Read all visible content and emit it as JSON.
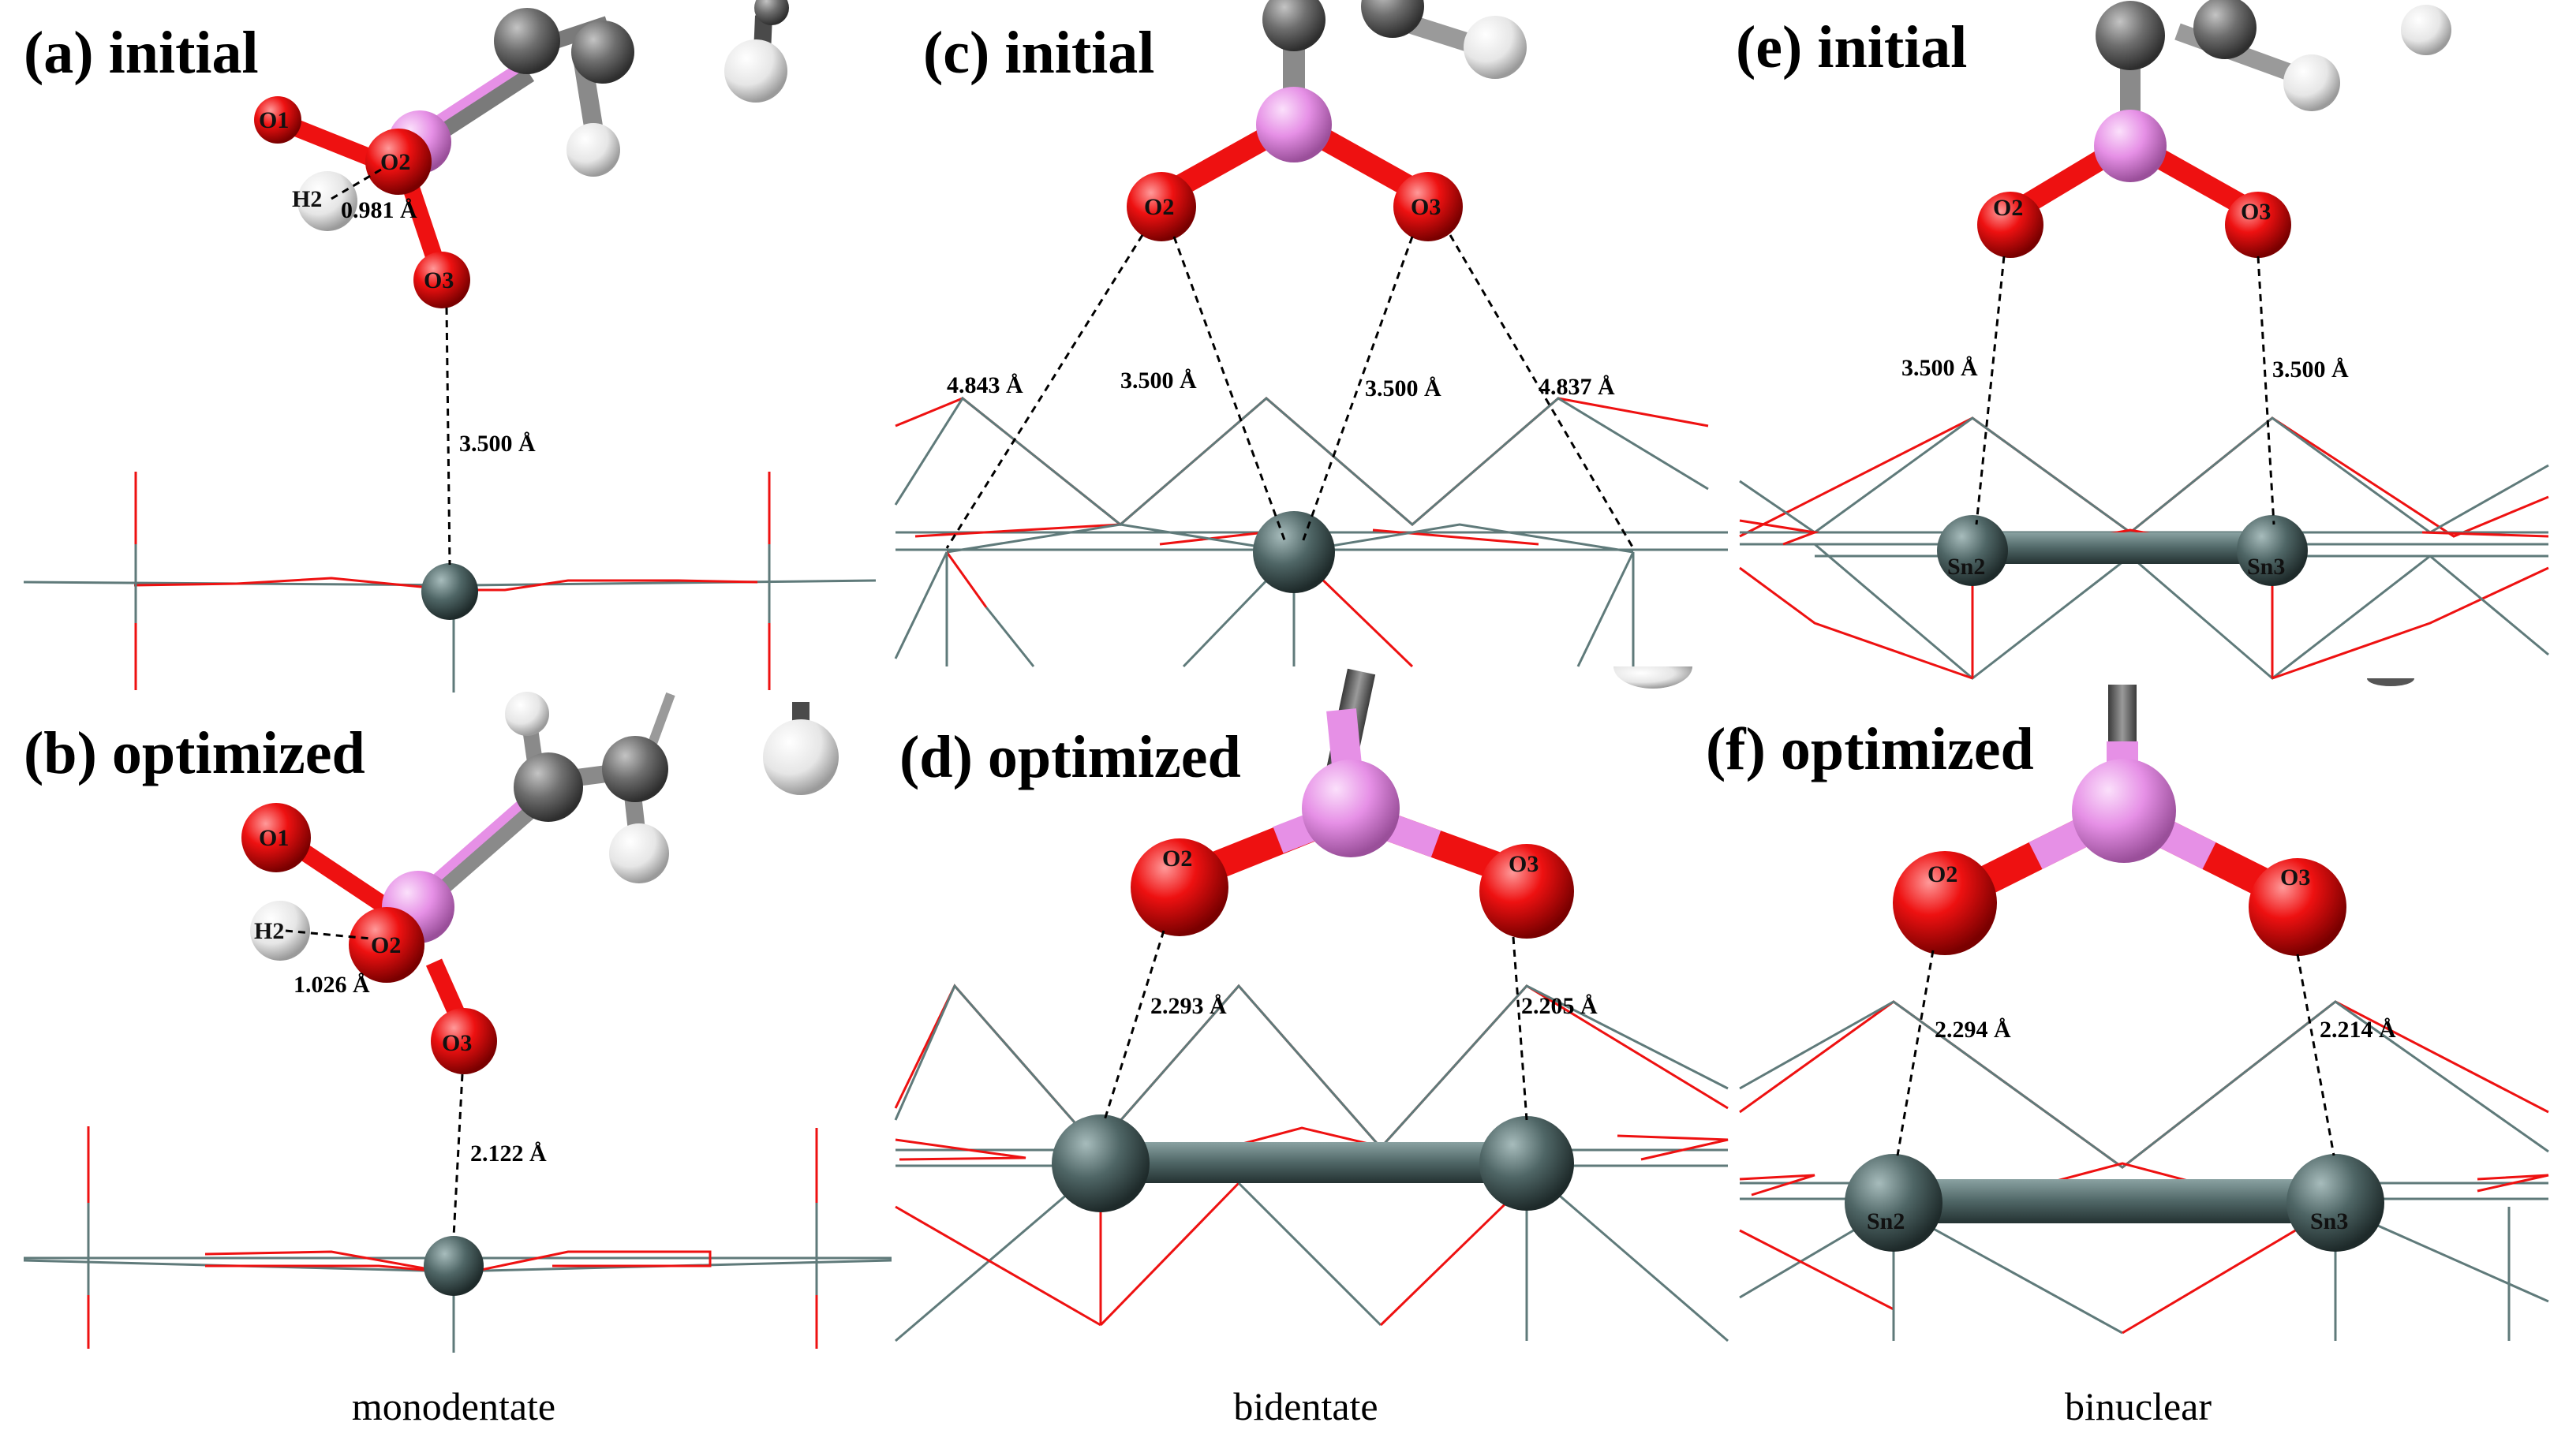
{
  "panels": {
    "a": {
      "title": "(a) initial",
      "atoms": {
        "o1": "O1",
        "o2": "O2",
        "o3": "O3",
        "h2": "H2"
      },
      "dist_oh": "0.981 Å",
      "dist_sn": "3.500 Å"
    },
    "b": {
      "title": "(b) optimized",
      "atoms": {
        "o1": "O1",
        "o2": "O2",
        "o3": "O3",
        "h2": "H2"
      },
      "dist_oh": "1.026 Å",
      "dist_sn": "2.122 Å"
    },
    "c": {
      "title": "(c) initial",
      "atoms": {
        "o2": "O2",
        "o3": "O3"
      },
      "dist_1": "4.843 Å",
      "dist_2": "3.500 Å",
      "dist_3": "3.500 Å",
      "dist_4": "4.837 Å"
    },
    "d": {
      "title": "(d) optimized",
      "atoms": {
        "o2": "O2",
        "o3": "O3"
      },
      "dist_1": "2.293 Å",
      "dist_2": "2.205 Å"
    },
    "e": {
      "title": "(e) initial",
      "atoms": {
        "o2": "O2",
        "o3": "O3",
        "sn2": "Sn2",
        "sn3": "Sn3"
      },
      "dist_1": "3.500 Å",
      "dist_2": "3.500 Å"
    },
    "f": {
      "title": "(f) optimized",
      "atoms": {
        "o2": "O2",
        "o3": "O3",
        "sn2": "Sn2",
        "sn3": "Sn3"
      },
      "dist_1": "2.294 Å",
      "dist_2": "2.214 Å"
    }
  },
  "captions": {
    "left": "monodentate",
    "middle": "bidentate",
    "right": "binuclear"
  },
  "colors": {
    "oxygen": "#ee1111",
    "phosphorus": "#e690e6",
    "carbon": "#6e6e6e",
    "hydrogen": "#eeeeee",
    "tin": "#4f6666",
    "surface_red": "#ee1111",
    "surface_slate": "#5f7a7a"
  }
}
